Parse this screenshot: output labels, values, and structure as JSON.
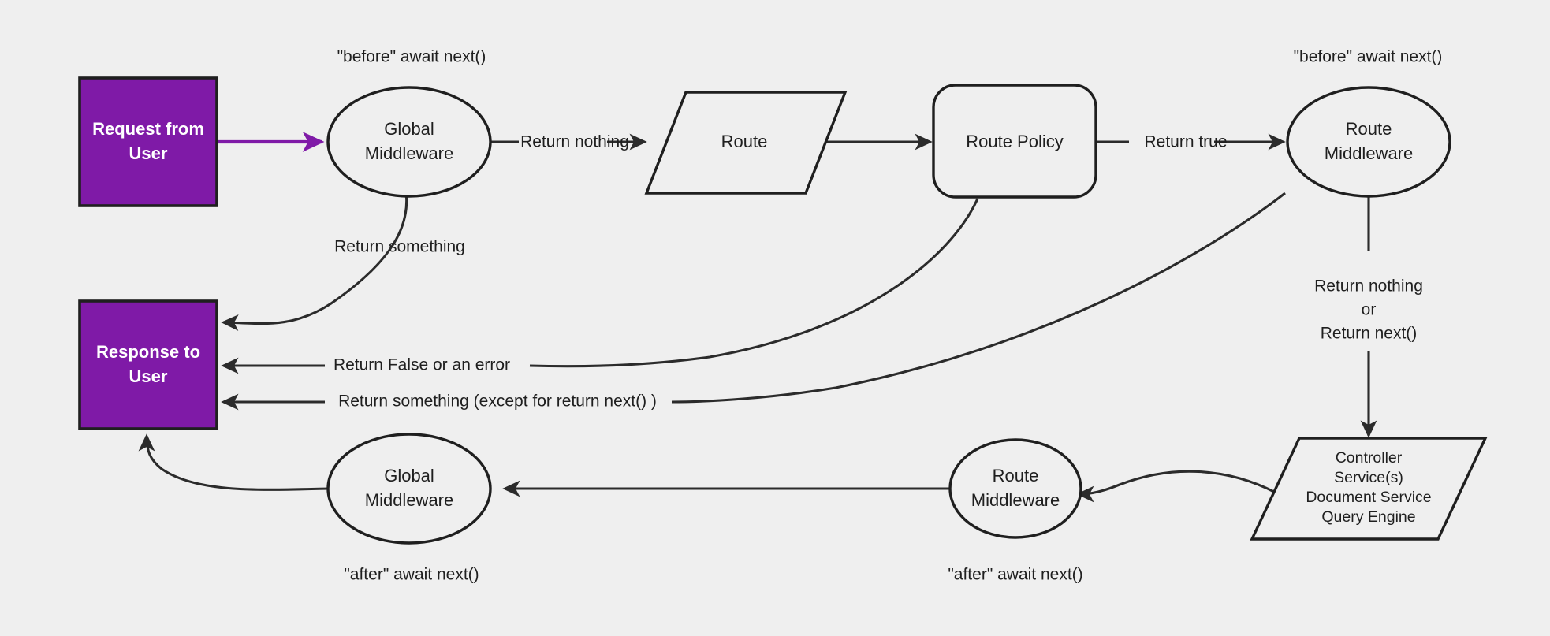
{
  "diagram": {
    "title": "Request/Response middleware lifecycle flow",
    "background_color": "#efefef",
    "accent_color": "#7f1aa7",
    "line_color": "#2b2b2b",
    "nodes": {
      "request_terminal": {
        "line1": "Request from",
        "line2": "User"
      },
      "response_terminal": {
        "line1": "Response to",
        "line2": "User"
      },
      "global_middleware_before": {
        "line1": "Global",
        "line2": "Middleware"
      },
      "route": {
        "line1": "Route"
      },
      "route_policy": {
        "line1": "Route Policy"
      },
      "route_middleware_before": {
        "line1": "Route",
        "line2": "Middleware"
      },
      "controller": {
        "line1": "Controller",
        "line2": "Service(s)",
        "line3": "Document Service",
        "line4": "Query Engine"
      },
      "route_middleware_after": {
        "line1": "Route",
        "line2": "Middleware"
      },
      "global_middleware_after": {
        "line1": "Global",
        "line2": "Middleware"
      }
    },
    "annotations": {
      "before_global": "\"before\" await next()",
      "before_route_mw": "\"before\" await next()",
      "after_global": "\"after\" await next()",
      "after_route_mw": "\"after\" await next()"
    },
    "edge_labels": {
      "global_to_route": "Return nothing",
      "global_to_response": "Return something",
      "policy_to_route_mw": "Return true",
      "policy_to_response": "Return False or an error",
      "route_mw_to_response": "Return something (except for return next() )",
      "route_mw_to_controller_1": "Return nothing",
      "route_mw_to_controller_2": "or",
      "route_mw_to_controller_3": "Return next()"
    }
  }
}
